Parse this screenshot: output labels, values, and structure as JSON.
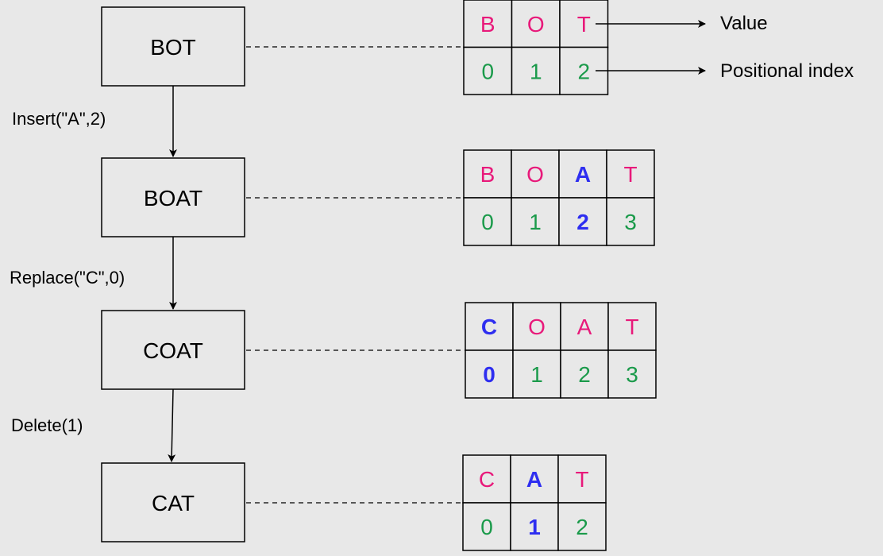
{
  "colors": {
    "value": "#e8197a",
    "index": "#1a9a4a",
    "changed": "#2e2ef0",
    "line": "#000000",
    "background": "#e8e8e8"
  },
  "legend": {
    "value_label": "Value",
    "index_label": "Positional index"
  },
  "states": [
    {
      "label": "BOT",
      "values": [
        "B",
        "O",
        "T"
      ],
      "indices": [
        "0",
        "1",
        "2"
      ],
      "changed": []
    },
    {
      "label": "BOAT",
      "values": [
        "B",
        "O",
        "A",
        "T"
      ],
      "indices": [
        "0",
        "1",
        "2",
        "3"
      ],
      "changed": [
        2
      ]
    },
    {
      "label": "COAT",
      "values": [
        "C",
        "O",
        "A",
        "T"
      ],
      "indices": [
        "0",
        "1",
        "2",
        "3"
      ],
      "changed": [
        0
      ]
    },
    {
      "label": "CAT",
      "values": [
        "C",
        "A",
        "T"
      ],
      "indices": [
        "0",
        "1",
        "2"
      ],
      "changed": [
        1
      ]
    }
  ],
  "operations": [
    {
      "label": "Insert(\"A\",2)"
    },
    {
      "label": "Replace(\"C\",0)"
    },
    {
      "label": "Delete(1)"
    }
  ]
}
